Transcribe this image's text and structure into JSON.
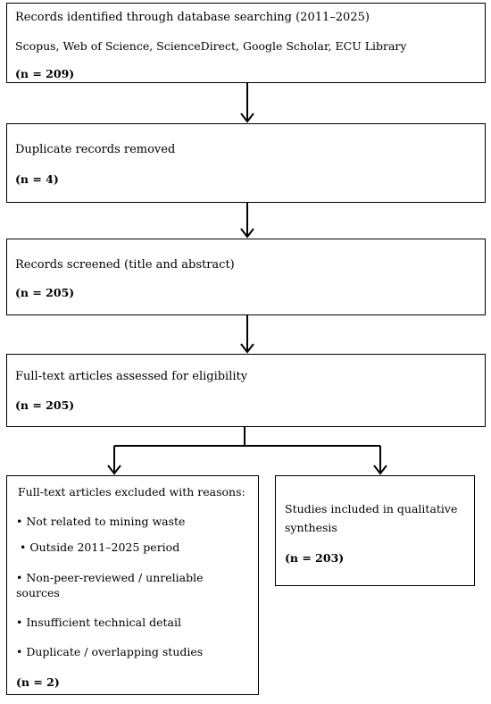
{
  "box1": {
    "title": "Records identified through database searching (2011–2025)",
    "sources": "Scopus, Web of Science, ScienceDirect, Google Scholar, ECU Library",
    "count": "(n = 209)"
  },
  "box2": {
    "title": "Duplicate records removed",
    "count": "(n = 4)"
  },
  "box3": {
    "title": "Records screened (title and abstract)",
    "count": "(n = 205)"
  },
  "box4": {
    "title": "Full-text articles assessed for eligibility",
    "count": "(n = 205)"
  },
  "excluded": {
    "title": "Full-text articles excluded with reasons:",
    "reasons": [
      "• Not related to mining waste",
      "• Outside 2011–2025 period",
      "• Non-peer-reviewed / unreliable sources",
      "• Insufficient technical detail",
      "• Duplicate / overlapping studies"
    ],
    "count": "(n = 2)"
  },
  "included": {
    "title": "Studies included in qualitative synthesis",
    "count": "(n = 203)"
  }
}
